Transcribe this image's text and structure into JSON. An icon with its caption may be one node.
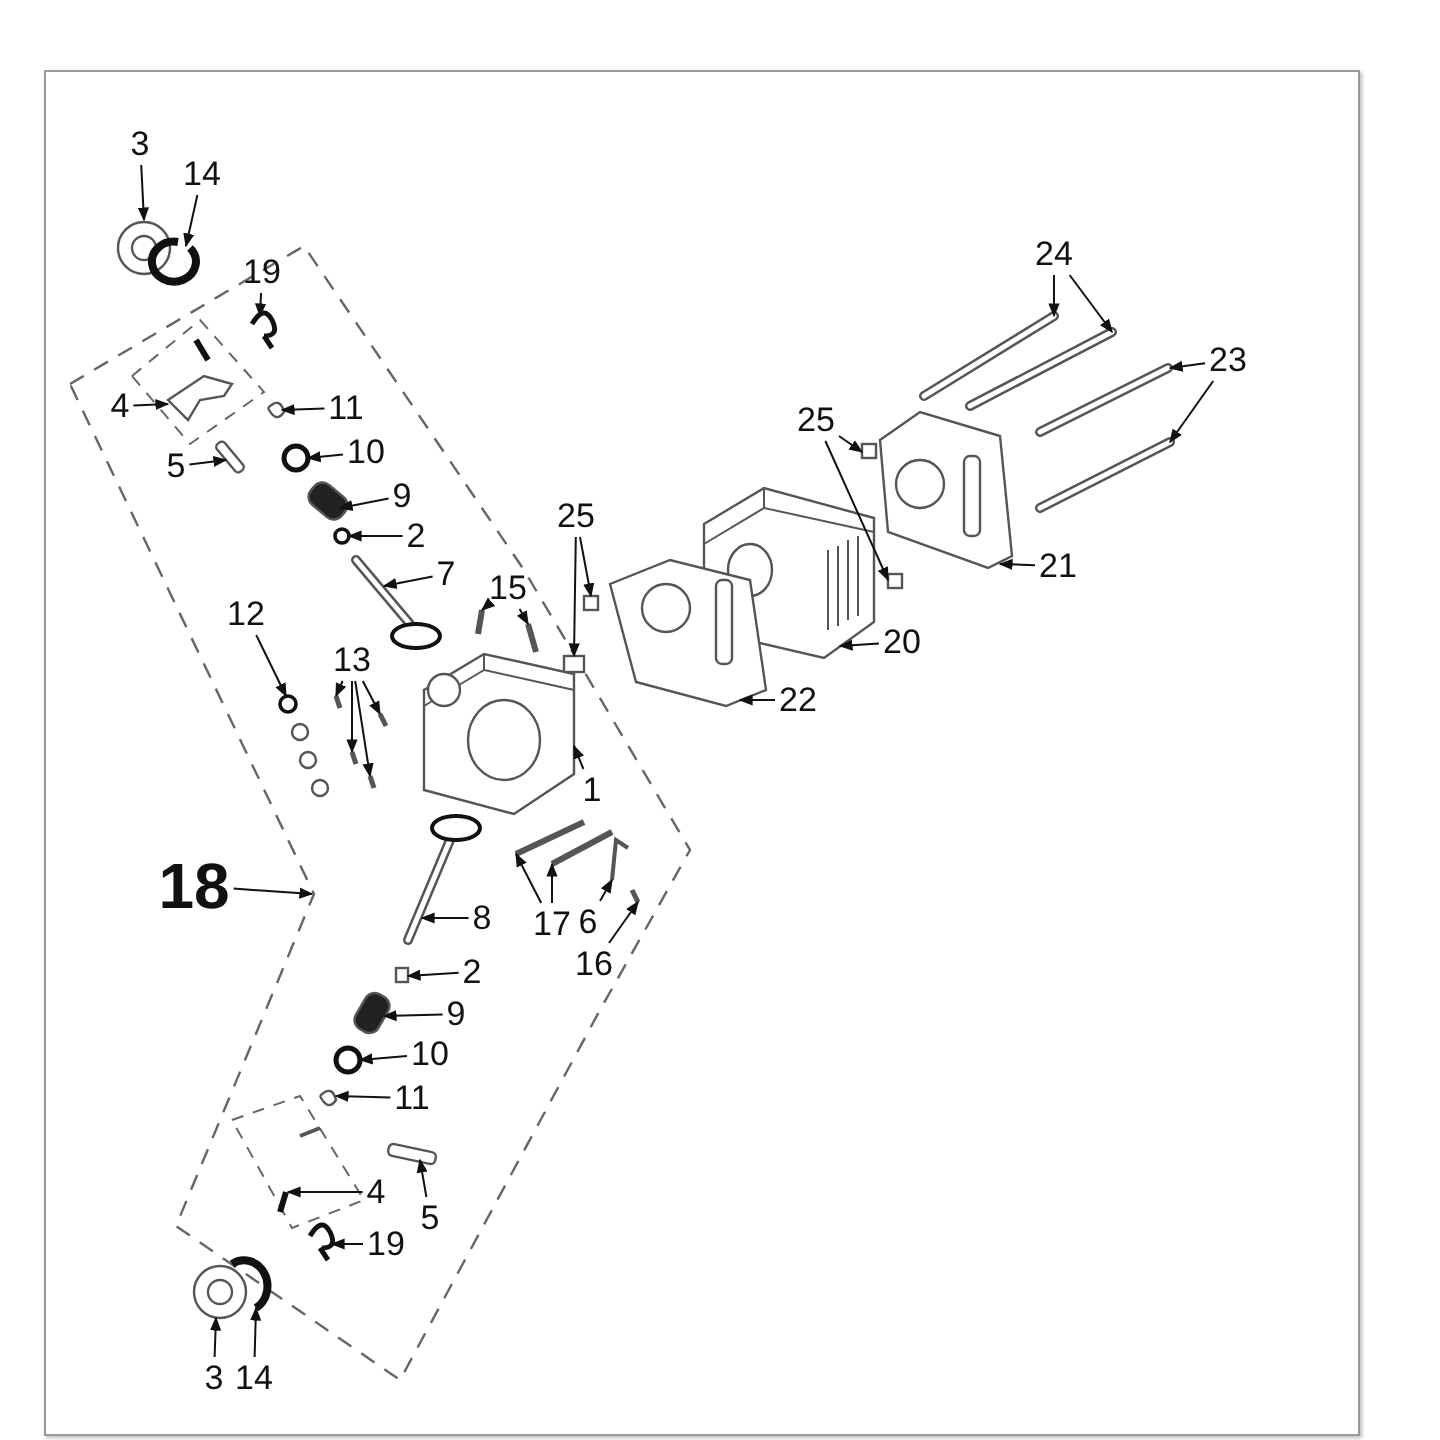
{
  "diagram": {
    "nodes": [
      {
        "text": [
          "3"
        ]
      },
      {
        "text": [
          "14"
        ]
      },
      {
        "text": [
          "24"
        ]
      },
      {
        "text": [
          "19"
        ]
      },
      {
        "text": [
          "23"
        ]
      },
      {
        "text": [
          "4"
        ]
      },
      {
        "text": [
          "11"
        ]
      },
      {
        "text": [
          "25"
        ]
      },
      {
        "text": [
          "10"
        ]
      },
      {
        "text": [
          "5"
        ]
      },
      {
        "text": [
          "9"
        ]
      },
      {
        "text": [
          "25"
        ]
      },
      {
        "text": [
          "2"
        ]
      },
      {
        "text": [
          "21"
        ]
      },
      {
        "text": [
          "7"
        ]
      },
      {
        "text": [
          "15"
        ]
      },
      {
        "text": [
          "12"
        ]
      },
      {
        "text": [
          "20"
        ]
      },
      {
        "text": [
          "13"
        ]
      },
      {
        "text": [
          "22"
        ]
      },
      {
        "text": [
          "1"
        ]
      },
      {
        "text": [
          "18"
        ]
      },
      {
        "text": [
          "8"
        ]
      },
      {
        "text": [
          "17"
        ]
      },
      {
        "text": [
          "6"
        ]
      },
      {
        "text": [
          "16"
        ]
      },
      {
        "text": [
          "2"
        ]
      },
      {
        "text": [
          "9"
        ]
      },
      {
        "text": [
          "10"
        ]
      },
      {
        "text": [
          "11"
        ]
      },
      {
        "text": [
          "4"
        ]
      },
      {
        "text": [
          "5"
        ]
      },
      {
        "text": [
          "19"
        ]
      },
      {
        "text": [
          "3"
        ]
      },
      {
        "text": [
          "14"
        ]
      },
      {
        "text": [],
        "shape": "picture"
      },
      {
        "text": [],
        "shape": "picture"
      },
      {
        "text": [],
        "shape": "picture"
      },
      {
        "text": [],
        "shape": "picture"
      },
      {
        "text": [],
        "shape": "picture"
      },
      {
        "text": [],
        "shape": "picture"
      },
      {
        "text": [],
        "shape": "picture"
      },
      {
        "text": [],
        "shape": "picture"
      },
      {
        "text": [],
        "shape": "picture"
      },
      {
        "text": [],
        "shape": "box"
      },
      {
        "text": [],
        "shape": "box"
      },
      {
        "text": [],
        "shape": "circle"
      },
      {
        "text": [],
        "shape": "bar"
      },
      {
        "text": [],
        "shape": "bar"
      },
      {
        "text": [],
        "shape": "box"
      },
      {
        "text": [],
        "shape": "box"
      },
      {
        "text": [],
        "shape": "circle"
      },
      {
        "text": [],
        "shape": "picture"
      },
      {
        "text": [],
        "shape": "picture"
      },
      {
        "text": [],
        "shape": "picture"
      },
      {
        "text": [],
        "shape": "picture"
      },
      {
        "text": [],
        "shape": "circle"
      },
      {
        "text": [],
        "shape": "picture"
      },
      {
        "text": [],
        "shape": "picture"
      },
      {
        "text": [],
        "shape": "picture"
      },
      {
        "text": [],
        "shape": "picture"
      },
      {
        "text": [],
        "shape": "picture"
      },
      {
        "text": [],
        "shape": "picture"
      },
      {
        "text": [],
        "shape": "picture"
      },
      {
        "text": [],
        "shape": "picture"
      },
      {
        "text": [],
        "shape": "picture"
      },
      {
        "text": [],
        "shape": "picture"
      },
      {
        "text": [],
        "shape": "picture"
      },
      {
        "text": [],
        "shape": "picture"
      },
      {
        "text": [],
        "shape": "box"
      },
      {
        "text": [],
        "shape": "bar"
      },
      {
        "text": [],
        "shape": "circle"
      },
      {
        "text": [],
        "shape": "picture"
      },
      {
        "text": [],
        "shape": "picture"
      },
      {
        "text": [],
        "shape": "bar"
      },
      {
        "text": [],
        "shape": "picture"
      },
      {
        "text": [],
        "shape": "picture"
      },
      {
        "text": [],
        "shape": "picture"
      }
    ],
    "edges": [
      {
        "from": 0,
        "to": 35,
        "arrow": "to"
      },
      {
        "from": 1,
        "to": 36,
        "arrow": "to"
      },
      {
        "from": 2,
        "to": 38,
        "arrow": "to"
      },
      {
        "from": 2,
        "to": 39,
        "arrow": "to"
      },
      {
        "from": 3,
        "to": 37,
        "arrow": "to"
      },
      {
        "from": 4,
        "to": 40,
        "arrow": "to"
      },
      {
        "from": 4,
        "to": 41,
        "arrow": "to"
      },
      {
        "from": 5,
        "to": 42,
        "arrow": "to"
      },
      {
        "from": 6,
        "to": 43,
        "arrow": "to"
      },
      {
        "from": 7,
        "to": 44,
        "arrow": "to"
      },
      {
        "from": 7,
        "to": 45,
        "arrow": "to"
      },
      {
        "from": 8,
        "to": 46,
        "arrow": "to"
      },
      {
        "from": 9,
        "to": 47,
        "arrow": "to"
      },
      {
        "from": 10,
        "to": 48,
        "arrow": "to"
      },
      {
        "from": 11,
        "to": 49,
        "arrow": "to"
      },
      {
        "from": 11,
        "to": 50,
        "arrow": "to"
      },
      {
        "from": 12,
        "to": 51,
        "arrow": "to"
      },
      {
        "from": 13,
        "to": 52,
        "arrow": "to"
      },
      {
        "from": 14,
        "to": 53,
        "arrow": "to"
      },
      {
        "from": 15,
        "to": 54,
        "arrow": "to"
      },
      {
        "from": 15,
        "to": 55,
        "arrow": "to"
      },
      {
        "from": 16,
        "to": 56,
        "arrow": "to"
      },
      {
        "from": 17,
        "to": 57,
        "arrow": "to"
      },
      {
        "from": 18,
        "to": 58,
        "arrow": "to"
      },
      {
        "from": 18,
        "to": 59,
        "arrow": "to"
      },
      {
        "from": 18,
        "to": 60,
        "arrow": "to"
      },
      {
        "from": 18,
        "to": 61,
        "arrow": "to"
      },
      {
        "from": 19,
        "to": 62,
        "arrow": "to"
      },
      {
        "from": 20,
        "to": 63,
        "arrow": "to"
      },
      {
        "from": 21,
        "to": null,
        "arrow": "to"
      },
      {
        "from": 22,
        "to": 64,
        "arrow": "to"
      },
      {
        "from": 23,
        "to": 65,
        "arrow": "to"
      },
      {
        "from": 23,
        "to": 66,
        "arrow": "to"
      },
      {
        "from": 24,
        "to": 67,
        "arrow": "to"
      },
      {
        "from": 25,
        "to": 68,
        "arrow": "to"
      },
      {
        "from": 26,
        "to": 69,
        "arrow": "to"
      },
      {
        "from": 27,
        "to": 70,
        "arrow": "to"
      },
      {
        "from": 28,
        "to": 71,
        "arrow": "to"
      },
      {
        "from": 29,
        "to": 72,
        "arrow": "to"
      },
      {
        "from": 30,
        "to": 73,
        "arrow": "to"
      },
      {
        "from": 31,
        "to": 74,
        "arrow": "to"
      },
      {
        "from": 32,
        "to": 75,
        "arrow": "to"
      },
      {
        "from": 33,
        "to": 76,
        "arrow": "to"
      },
      {
        "from": 34,
        "to": 77,
        "arrow": "to"
      }
    ]
  }
}
